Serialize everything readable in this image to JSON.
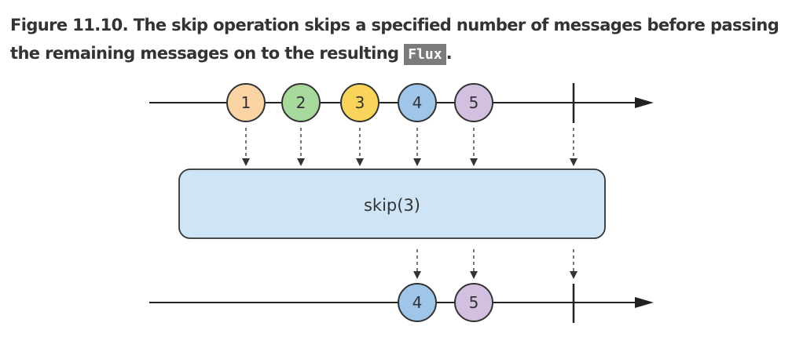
{
  "caption": {
    "prefix": "Figure 11.10. The skip operation skips a specified number of messages before passing the remaining messages on to the resulting",
    "code": "Flux",
    "suffix": "."
  },
  "operator": {
    "label": "skip(3)"
  },
  "input_marbles": [
    {
      "label": "1",
      "color": "#fad4a4"
    },
    {
      "label": "2",
      "color": "#a6d99b"
    },
    {
      "label": "3",
      "color": "#f9d45a"
    },
    {
      "label": "4",
      "color": "#9fc5e8"
    },
    {
      "label": "5",
      "color": "#d3bfe0"
    }
  ],
  "output_marbles": [
    {
      "label": "4",
      "color": "#9fc5e8"
    },
    {
      "label": "5",
      "color": "#d3bfe0"
    }
  ],
  "colors": {
    "operator_fill": "#cfe5f5",
    "stroke": "#333333"
  }
}
